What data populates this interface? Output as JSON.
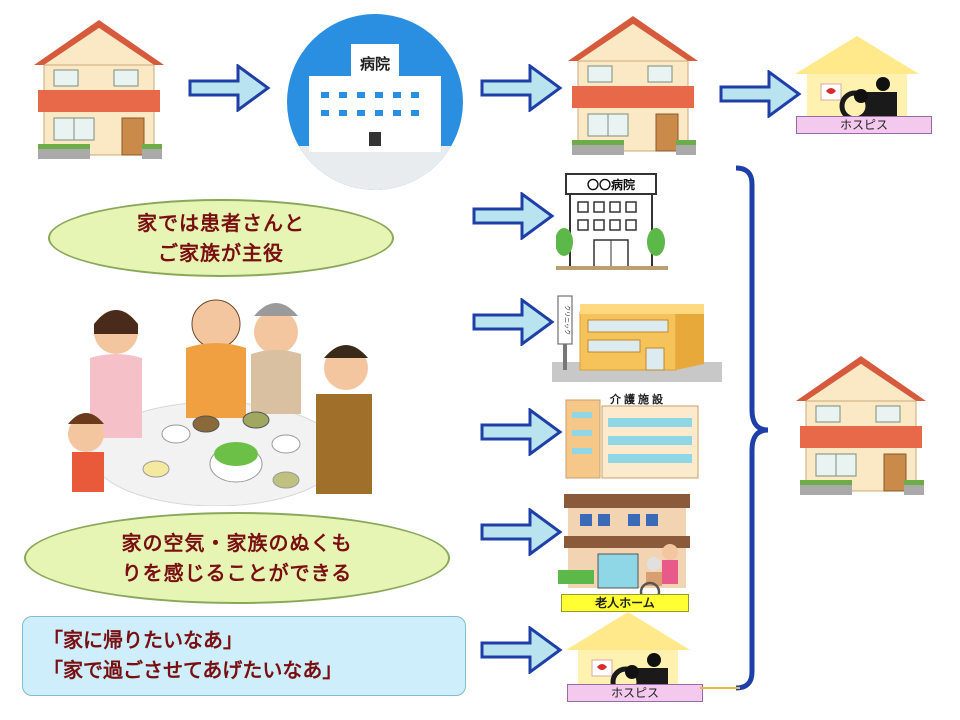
{
  "top_flow": {
    "hospital_sign": "病院",
    "hospice_label": "ホスピス"
  },
  "options": {
    "hospital_sign": "〇〇病院",
    "clinic_sign": "クリニック",
    "care_facility_sign": "介護施設",
    "nursing_home_label": "老人ホーム",
    "hospice_label": "ホスピス"
  },
  "captions": {
    "caption1_line1": "家では患者さんと",
    "caption1_line2": "ご家族が主役",
    "caption2_line1": "家の空気・家族のぬくも",
    "caption2_line2": "りを感じることができる",
    "quote_line1": "「家に帰りたいなあ」",
    "quote_line2": "「家で過ごさせてあげたいなあ」"
  },
  "colors": {
    "arrow_fill": "#b9e3ee",
    "arrow_stroke": "#1f3fa8",
    "bracket": "#1f3fa8",
    "house_wall": "#fbe9c6",
    "house_roof": "#e8684a",
    "caption_text": "#7a0f12"
  }
}
